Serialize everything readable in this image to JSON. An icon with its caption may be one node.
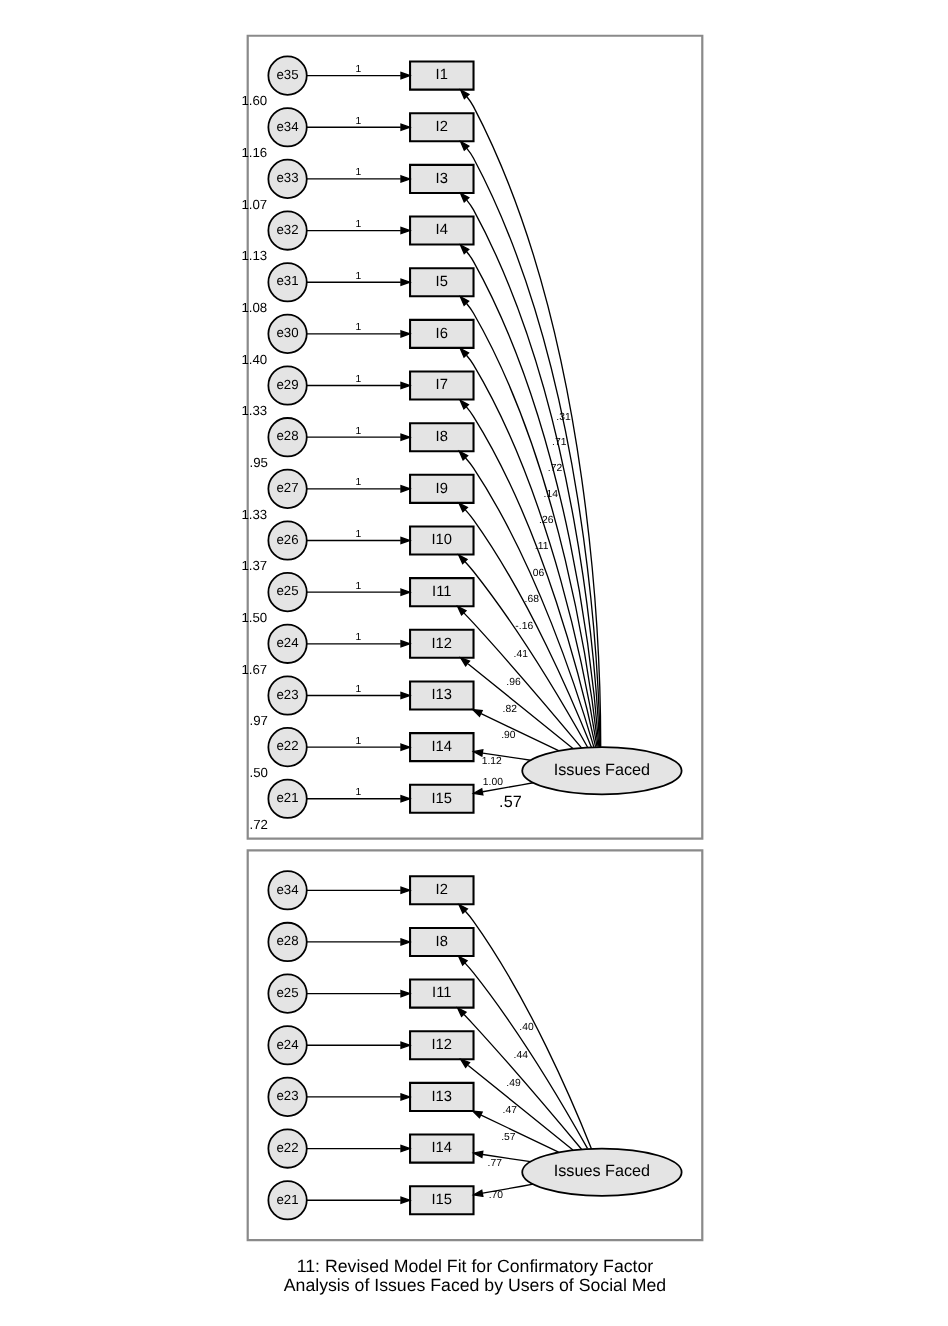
{
  "diagram": {
    "caption": "11: Revised Model Fit for Confirmatory Factor Analysis of Issues Faced by Users of Social Med",
    "nodes": [
      {
        "text": [],
        "shape": "box"
      },
      {
        "text": [
          "e35"
        ],
        "beside": [
          "1.60"
        ],
        "in": 0
      },
      {
        "text": [
          "I1"
        ],
        "in": 0
      },
      {
        "text": [
          "e34"
        ],
        "beside": [
          "1.16"
        ],
        "in": 0
      },
      {
        "text": [
          "I2"
        ],
        "in": 0
      },
      {
        "text": [
          "e33"
        ],
        "beside": [
          "1.07"
        ],
        "in": 0
      },
      {
        "text": [
          "I3"
        ],
        "in": 0
      },
      {
        "text": [
          "e32"
        ],
        "beside": [
          "1.13"
        ],
        "in": 0
      },
      {
        "text": [
          "I4"
        ],
        "in": 0
      },
      {
        "text": [
          "e31"
        ],
        "beside": [
          "1.08"
        ],
        "in": 0
      },
      {
        "text": [
          "I5"
        ],
        "in": 0
      },
      {
        "text": [
          "e30"
        ],
        "beside": [
          "1.40"
        ],
        "in": 0
      },
      {
        "text": [
          "I6"
        ],
        "in": 0
      },
      {
        "text": [
          "e29"
        ],
        "beside": [
          "1.33"
        ],
        "in": 0
      },
      {
        "text": [
          "I7"
        ],
        "in": 0
      },
      {
        "text": [
          "e28"
        ],
        "beside": [
          ".95"
        ],
        "in": 0
      },
      {
        "text": [
          "I8"
        ],
        "in": 0
      },
      {
        "text": [
          "e27"
        ],
        "beside": [
          "1.33"
        ],
        "in": 0
      },
      {
        "text": [
          "I9"
        ],
        "in": 0
      },
      {
        "text": [
          "e26"
        ],
        "beside": [
          "1.37"
        ],
        "in": 0
      },
      {
        "text": [
          "I10"
        ],
        "in": 0
      },
      {
        "text": [
          "e25"
        ],
        "beside": [
          "1.50"
        ],
        "in": 0
      },
      {
        "text": [
          "I11"
        ],
        "in": 0
      },
      {
        "text": [
          "e24"
        ],
        "beside": [
          "1.67"
        ],
        "in": 0
      },
      {
        "text": [
          "I12"
        ],
        "in": 0
      },
      {
        "text": [
          "e23"
        ],
        "beside": [
          ".97"
        ],
        "in": 0
      },
      {
        "text": [
          "I13"
        ],
        "in": 0
      },
      {
        "text": [
          "e22"
        ],
        "beside": [
          ".50"
        ],
        "in": 0
      },
      {
        "text": [
          "I14"
        ],
        "in": 0
      },
      {
        "text": [
          "e21"
        ],
        "beside": [
          ".72"
        ],
        "in": 0
      },
      {
        "text": [
          "I15"
        ],
        "in": 0
      },
      {
        "text": [
          "Issues Faced"
        ],
        "beside": [
          ".57"
        ],
        "in": 0
      },
      {
        "text": [],
        "shape": "box"
      },
      {
        "text": [
          "e34"
        ],
        "in": 32
      },
      {
        "text": [
          "I2"
        ],
        "in": 32
      },
      {
        "text": [
          "e28"
        ],
        "in": 32
      },
      {
        "text": [
          "I8"
        ],
        "in": 32
      },
      {
        "text": [
          "e25"
        ],
        "in": 32
      },
      {
        "text": [
          "I11"
        ],
        "in": 32
      },
      {
        "text": [
          "e24"
        ],
        "in": 32
      },
      {
        "text": [
          "I12"
        ],
        "in": 32
      },
      {
        "text": [
          "e23"
        ],
        "in": 32
      },
      {
        "text": [
          "I13"
        ],
        "in": 32
      },
      {
        "text": [
          "e22"
        ],
        "in": 32
      },
      {
        "text": [
          "I14"
        ],
        "in": 32
      },
      {
        "text": [
          "e21"
        ],
        "in": 32
      },
      {
        "text": [
          "I15"
        ],
        "in": 32
      },
      {
        "text": [
          "Issues Faced"
        ],
        "in": 32
      }
    ],
    "edges": [
      {
        "from": 1,
        "to": 2,
        "arrow": "to",
        "label": "1"
      },
      {
        "from": 3,
        "to": 4,
        "arrow": "to",
        "label": "1"
      },
      {
        "from": 5,
        "to": 6,
        "arrow": "to",
        "label": "1"
      },
      {
        "from": 7,
        "to": 8,
        "arrow": "to",
        "label": "1"
      },
      {
        "from": 9,
        "to": 10,
        "arrow": "to",
        "label": "1"
      },
      {
        "from": 11,
        "to": 12,
        "arrow": "to",
        "label": "1"
      },
      {
        "from": 13,
        "to": 14,
        "arrow": "to",
        "label": "1"
      },
      {
        "from": 15,
        "to": 16,
        "arrow": "to",
        "label": "1"
      },
      {
        "from": 17,
        "to": 18,
        "arrow": "to",
        "label": "1"
      },
      {
        "from": 19,
        "to": 20,
        "arrow": "to",
        "label": "1"
      },
      {
        "from": 21,
        "to": 22,
        "arrow": "to",
        "label": "1"
      },
      {
        "from": 23,
        "to": 24,
        "arrow": "to",
        "label": "1"
      },
      {
        "from": 25,
        "to": 26,
        "arrow": "to",
        "label": "1"
      },
      {
        "from": 27,
        "to": 28,
        "arrow": "to",
        "label": "1"
      },
      {
        "from": 29,
        "to": 30,
        "arrow": "to",
        "label": "1"
      },
      {
        "from": 31,
        "to": 2,
        "arrow": "to",
        "label": ".31"
      },
      {
        "from": 31,
        "to": 4,
        "arrow": "to",
        "label": ".71"
      },
      {
        "from": 31,
        "to": 6,
        "arrow": "to",
        "label": ".72"
      },
      {
        "from": 31,
        "to": 8,
        "arrow": "to",
        "label": ".14"
      },
      {
        "from": 31,
        "to": 10,
        "arrow": "to",
        "label": ".26"
      },
      {
        "from": 31,
        "to": 12,
        "arrow": "to",
        "label": ".11"
      },
      {
        "from": 31,
        "to": 14,
        "arrow": "to",
        "label": ".06"
      },
      {
        "from": 31,
        "to": 16,
        "arrow": "to",
        "label": ".68"
      },
      {
        "from": 31,
        "to": 18,
        "arrow": "to",
        "label": "-.16"
      },
      {
        "from": 31,
        "to": 20,
        "arrow": "to",
        "label": ".41"
      },
      {
        "from": 31,
        "to": 22,
        "arrow": "to",
        "label": ".96"
      },
      {
        "from": 31,
        "to": 24,
        "arrow": "to",
        "label": ".82"
      },
      {
        "from": 31,
        "to": 26,
        "arrow": "to",
        "label": ".90"
      },
      {
        "from": 31,
        "to": 28,
        "arrow": "to",
        "label": "1.12"
      },
      {
        "from": 31,
        "to": 30,
        "arrow": "to",
        "label": "1.00"
      },
      {
        "from": 33,
        "to": 34,
        "arrow": "to"
      },
      {
        "from": 35,
        "to": 36,
        "arrow": "to"
      },
      {
        "from": 37,
        "to": 38,
        "arrow": "to"
      },
      {
        "from": 39,
        "to": 40,
        "arrow": "to"
      },
      {
        "from": 41,
        "to": 42,
        "arrow": "to"
      },
      {
        "from": 43,
        "to": 44,
        "arrow": "to"
      },
      {
        "from": 45,
        "to": 46,
        "arrow": "to"
      },
      {
        "from": 47,
        "to": 34,
        "arrow": "to",
        "label": ".40"
      },
      {
        "from": 47,
        "to": 36,
        "arrow": "to",
        "label": ".44"
      },
      {
        "from": 47,
        "to": 38,
        "arrow": "to",
        "label": ".49"
      },
      {
        "from": 47,
        "to": 40,
        "arrow": "to",
        "label": ".47"
      },
      {
        "from": 47,
        "to": 42,
        "arrow": "to",
        "label": ".57"
      },
      {
        "from": 47,
        "to": 44,
        "arrow": "to",
        "label": ".77"
      },
      {
        "from": 47,
        "to": 46,
        "arrow": "to",
        "label": ".70"
      }
    ]
  }
}
